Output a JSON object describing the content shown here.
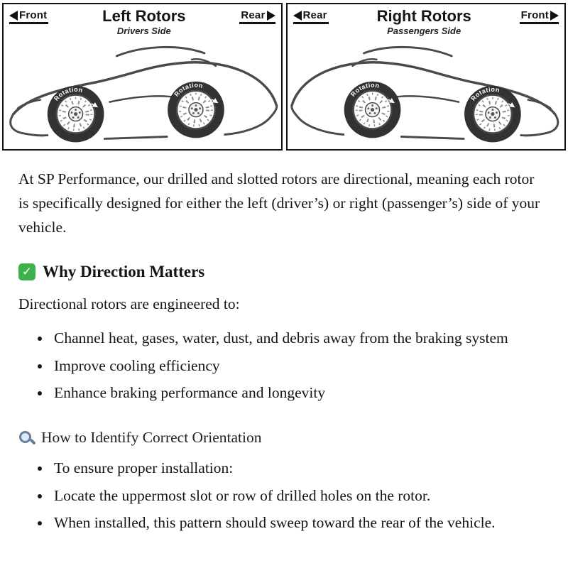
{
  "diagrams": {
    "rotation_label": "Rotation",
    "left": {
      "top_left_label": "Front",
      "title": "Left Rotors",
      "subtitle": "Drivers Side",
      "top_right_label": "Rear"
    },
    "right": {
      "top_left_label": "Rear",
      "title": "Right Rotors",
      "subtitle": "Passengers Side",
      "top_right_label": "Front"
    }
  },
  "icons": {
    "check_glyph": "✓"
  },
  "content": {
    "intro": "At SP Performance, our drilled and slotted rotors are directional, meaning each rotor is specifically designed for either the left (driver’s) or right (passenger’s) side of your vehicle.",
    "section1": {
      "heading": "Why Direction Matters",
      "lead": "Directional rotors are engineered to:",
      "bullets": [
        "Channel heat, gases, water, dust, and debris away from the braking system",
        "Improve cooling efficiency",
        "Enhance braking performance and longevity"
      ]
    },
    "section2": {
      "heading": "How to Identify Correct Orientation",
      "bullets": [
        "To ensure proper installation:",
        "Locate the uppermost slot or row of drilled holes on the rotor.",
        "When installed, this pattern should sweep toward the rear of the vehicle."
      ]
    }
  }
}
